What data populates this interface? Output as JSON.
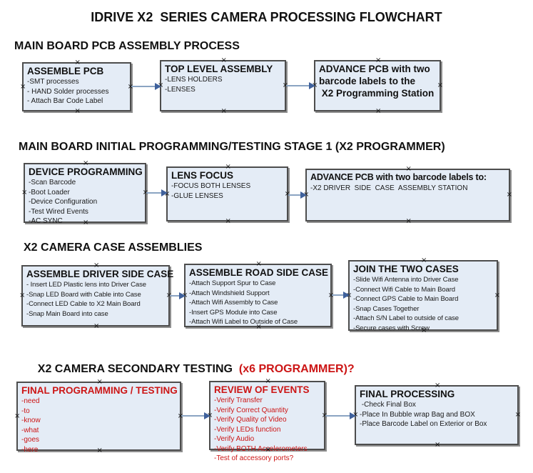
{
  "title": "IDRIVE X2  SERIES CAMERA PROCESSING FLOWCHART",
  "icons": {
    "connection_handle": "×",
    "arrow_head": "right-pointing-triangle"
  },
  "colors": {
    "box_fill": "#e4ecf6",
    "box_border": "#4d4d4d",
    "red_text": "#cc1515",
    "arrow_line": "#8ba4c2",
    "arrow_head": "#3f619c"
  },
  "sections": [
    {
      "header": "MAIN BOARD PCB ASSEMBLY PROCESS",
      "boxes": [
        {
          "title": "ASSEMBLE PCB",
          "items": [
            "-SMT processes",
            "- HAND Solder processes",
            "- Attach Bar Code Label"
          ]
        },
        {
          "title": "TOP LEVEL ASSEMBLY",
          "items": [
            "-LENS HOLDERS",
            "-LENSES"
          ]
        },
        {
          "title": "ADVANCE PCB with two\nbarcode labels to the\n X2 Programming Station",
          "items": []
        }
      ]
    },
    {
      "header": "MAIN BOARD INITIAL PROGRAMMING/TESTING STAGE 1 (X2 PROGRAMMER)",
      "boxes": [
        {
          "title": "DEVICE PROGRAMMING",
          "items": [
            "-Scan Barcode",
            "-Boot Loader",
            "-Device Configuration",
            "-Test Wired Events",
            "-AC SYNC"
          ]
        },
        {
          "title": "LENS FOCUS",
          "items": [
            "-FOCUS BOTH LENSES",
            "-GLUE LENSES"
          ]
        },
        {
          "title": "ADVANCE PCB with two barcode labels to:",
          "items": [
            "-X2 DRIVER  SIDE  CASE  ASSEMBLY STATION"
          ]
        }
      ]
    },
    {
      "header": "X2 CAMERA CASE ASSEMBLIES",
      "boxes": [
        {
          "title": "ASSEMBLE DRIVER SIDE CASE",
          "items": [
            "- Insert LED Plastic lens into Driver Case",
            "-Snap LED Board with Cable into Case",
            "-Connect LED Cable to X2 Main Board",
            "-Snap Main Board into case"
          ]
        },
        {
          "title": "ASSEMBLE ROAD SIDE CASE",
          "items": [
            "-Attach Support Spur to Case",
            "-Attach Windshield Support",
            "-Attach Wifi Assembly to Case",
            "-Insert GPS Module into Case",
            "-Attach Wifi Label to Outside of Case"
          ]
        },
        {
          "title": "JOIN THE TWO CASES",
          "items": [
            "-Slide Wifi Antenna into Driver Case",
            "-Connect Wifi Cable to Main Board",
            "-Connect GPS Cable to Main Board",
            "-Snap Cases Together",
            "-Attach S/N Label to outside of case",
            "-Secure cases with Screw"
          ]
        }
      ]
    },
    {
      "header": "X2 CAMERA SECONDARY TESTING ",
      "header_suffix": " (x6 PROGRAMMER)?",
      "boxes": [
        {
          "title": "FINAL PROGRAMMING / TESTING",
          "items": [
            "-need",
            "-to",
            "-know",
            "-what",
            "-goes",
            "-here"
          ],
          "text_color": "red"
        },
        {
          "title": "REVIEW OF EVENTS",
          "items": [
            "-Verify Transfer",
            "-Verify Correct Quantity",
            "-Verify Quality of Video",
            "-Verify LEDs function",
            "-Verify Audio",
            "-Verify BOTH Accelerometers",
            "-Test of accessory ports?"
          ],
          "text_color": "red"
        },
        {
          "title": "FINAL PROCESSING",
          "items": [
            " -Check Final Box",
            "-Place In Bubble wrap Bag and BOX",
            "-Place Barcode Label on Exterior or Box"
          ]
        }
      ]
    }
  ]
}
